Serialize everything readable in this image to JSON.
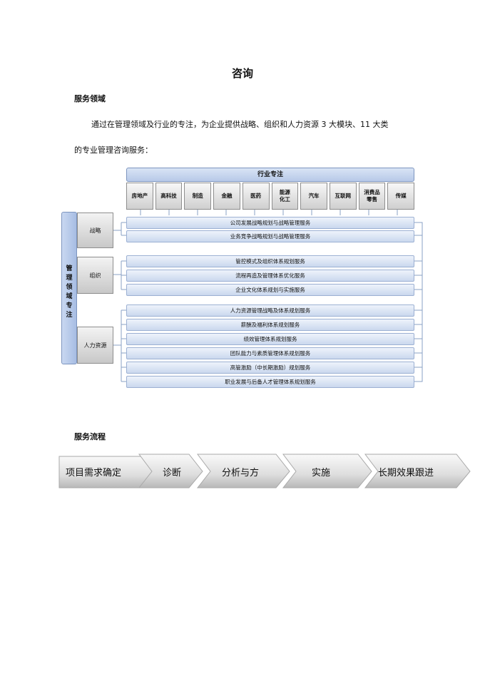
{
  "doc": {
    "title": "咨询",
    "section1": "服务领域",
    "para_line1": "通过在管理领域及行业的专注，为企业提供战略、组织和人力资源 3 大模块、11 大类",
    "para_line2": "的专业管理咨询服务：",
    "section2": "服务流程"
  },
  "diagram": {
    "industry_header": "行业专注",
    "industries": [
      "房地产",
      "高科技",
      "制造",
      "金融",
      "医药",
      "能源\n化工",
      "汽车",
      "互联网",
      "消费品\n零售",
      "传媒"
    ],
    "domain_label": "管理领域专注",
    "groups": [
      "战略",
      "组织",
      "人力资源"
    ],
    "services": [
      "公司发展战略规划与战略管理服务",
      "业务竞争战略规划与战略管理服务",
      "管控模式及组织体系规划服务",
      "流程再造及管理体系优化服务",
      "企业文化体系规划与实施服务",
      "人力资源管理战略及体系规划服务",
      "薪酬及福利体系规划服务",
      "绩效管理体系规划服务",
      "团队能力与素质管理体系规划服务",
      "高管激励（中长期激励）规划服务",
      "职业发展与后备人才管理体系规划服务"
    ]
  },
  "flow": {
    "steps": [
      "项目需求确定",
      "诊断",
      "分析与方",
      "实施",
      "长期效果跟进"
    ]
  }
}
